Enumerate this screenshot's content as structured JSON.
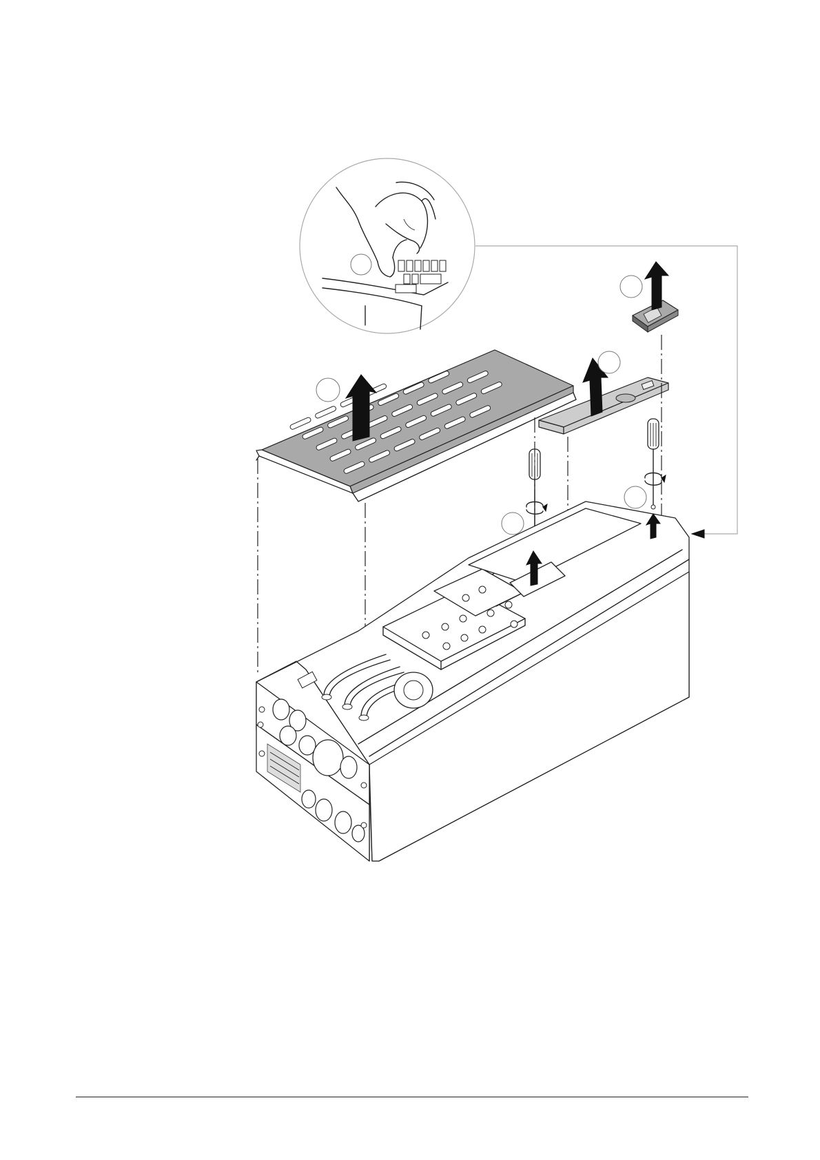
{
  "figure": {
    "subject": "drive-unit-cover-removal",
    "parts": [
      "main-cover",
      "keypad",
      "terminal-cover",
      "screwdriver",
      "screw",
      "detail-circle",
      "drive-chassis"
    ],
    "callout_labels": []
  },
  "colors": {
    "line": "#222222",
    "cover_fill": "#a9a9a9",
    "terminal_cover_fill": "#cdcdcd",
    "background": "#ffffff"
  },
  "footer": {
    "rule": true
  }
}
